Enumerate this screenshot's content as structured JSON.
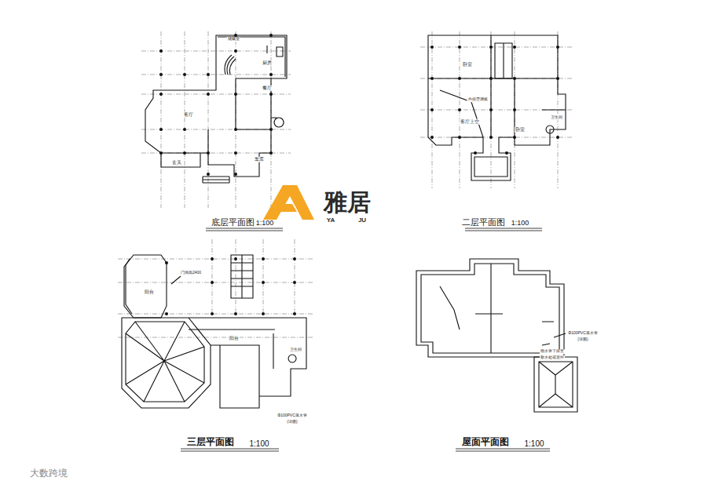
{
  "diagram": {
    "labels": [
      "储藏室",
      "厨房",
      "餐厅",
      "客厅",
      "玄关",
      "车库",
      "底层平面图",
      "1:100",
      "卧室",
      "客厅上空",
      "外挂空调板",
      "卧室",
      "卫生间",
      "二层平面图",
      "1:100",
      "阳台",
      "门洞高2400",
      "阳台",
      "卫生间",
      "Φ100PVC落水管",
      "(详图)",
      "三层平面图",
      "1:100",
      "Φ100PVC落水管",
      "(详图)",
      "雨水管下排至",
      "散水处或室外",
      "屋面平面图",
      "1:100",
      "雅居",
      "YA",
      "JU",
      "大数跨境"
    ]
  }
}
